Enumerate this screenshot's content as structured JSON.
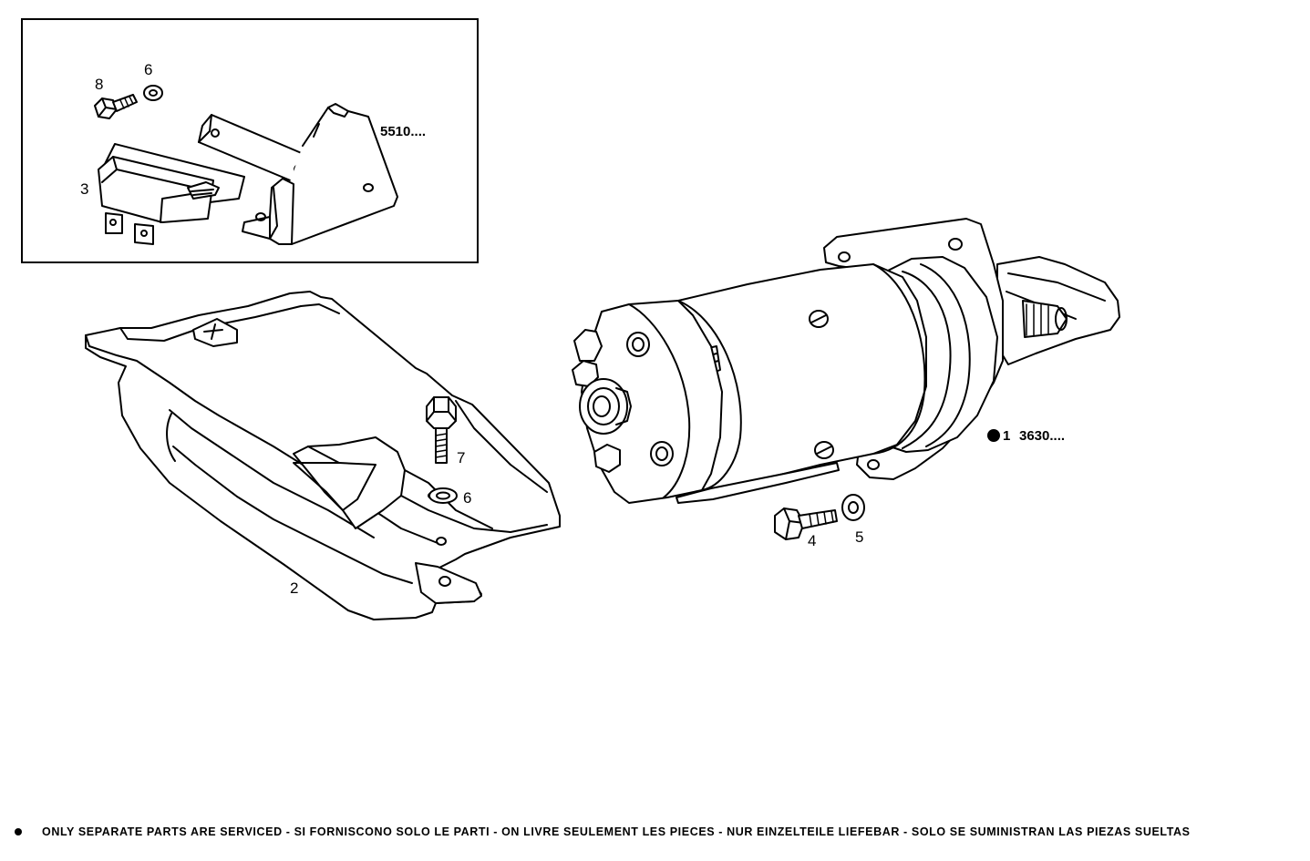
{
  "diagram": {
    "callouts": {
      "bolt_inset": "8",
      "washer_inset": "6",
      "bracket_ref": "5510....",
      "regulator": "3",
      "bolt_guard": "7",
      "washer_guard": "6",
      "guard": "2",
      "starter_ref_num": "1",
      "starter_ref_code": "3630....",
      "bolt_starter": "4",
      "washer_starter": "5"
    }
  },
  "footer": {
    "note": "ONLY SEPARATE PARTS ARE SERVICED - SI FORNISCONO SOLO LE PARTI - ON LIVRE SEULEMENT LES PIECES - NUR EINZELTEILE LIEFEBAR - SOLO SE SUMINISTRAN LAS PIEZAS SUELTAS"
  }
}
